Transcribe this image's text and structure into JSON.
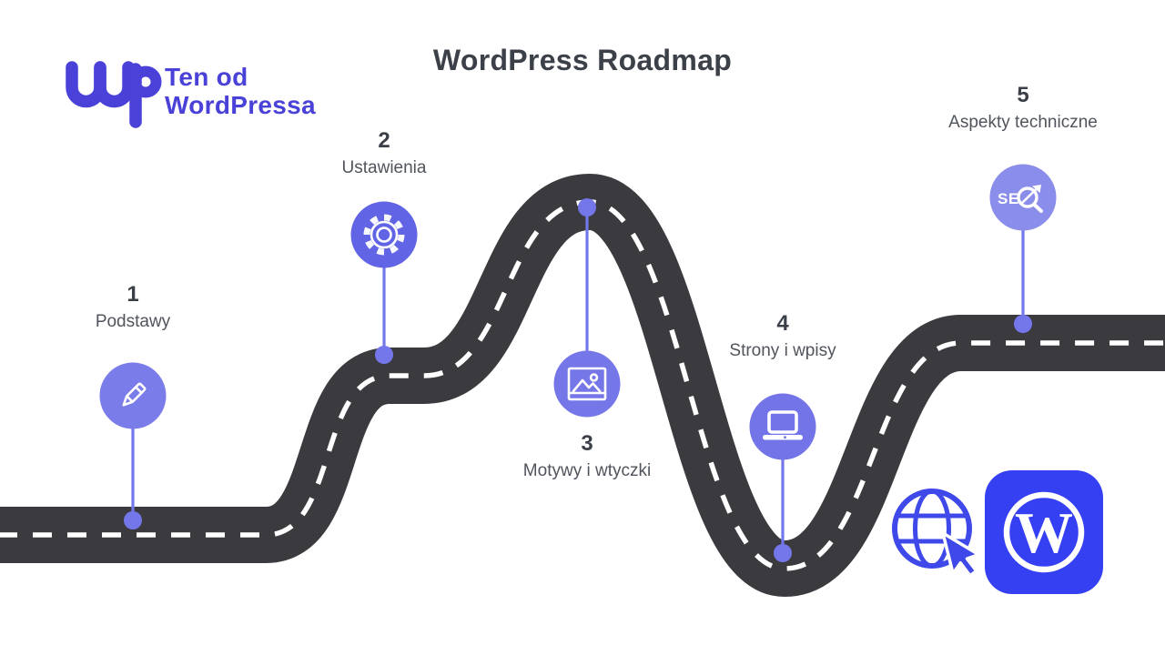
{
  "title": "WordPress Roadmap",
  "brand": {
    "line1": "Ten od",
    "line2": "WordPressa"
  },
  "milestones": [
    {
      "number": "1",
      "label": "Podstawy",
      "icon": "pencil-icon",
      "circle_color": "#7a7ce9"
    },
    {
      "number": "2",
      "label": "Ustawienia",
      "icon": "gear-icon",
      "circle_color": "#6165e5"
    },
    {
      "number": "3",
      "label": "Motywy i wtyczki",
      "icon": "image-icon",
      "circle_color": "#7577e8"
    },
    {
      "number": "4",
      "label": "Strony i wpisy",
      "icon": "laptop-icon",
      "circle_color": "#7274e8"
    },
    {
      "number": "5",
      "label": "Aspekty techniczne",
      "icon": "seo-icon",
      "seo_text": "SE",
      "circle_color": "#8b8deb"
    }
  ],
  "footer_icons": {
    "globe": "globe-cursor-icon",
    "wordpress": "wordpress-icon",
    "wordpress_initial": "W"
  },
  "colors": {
    "road": "#3b3b3f",
    "road_dash": "#ffffff",
    "connector": "#7477ea",
    "brand_blue": "#4a41d8",
    "wordpress_blue": "#3440f1",
    "globe_blue": "#3f49e9"
  }
}
